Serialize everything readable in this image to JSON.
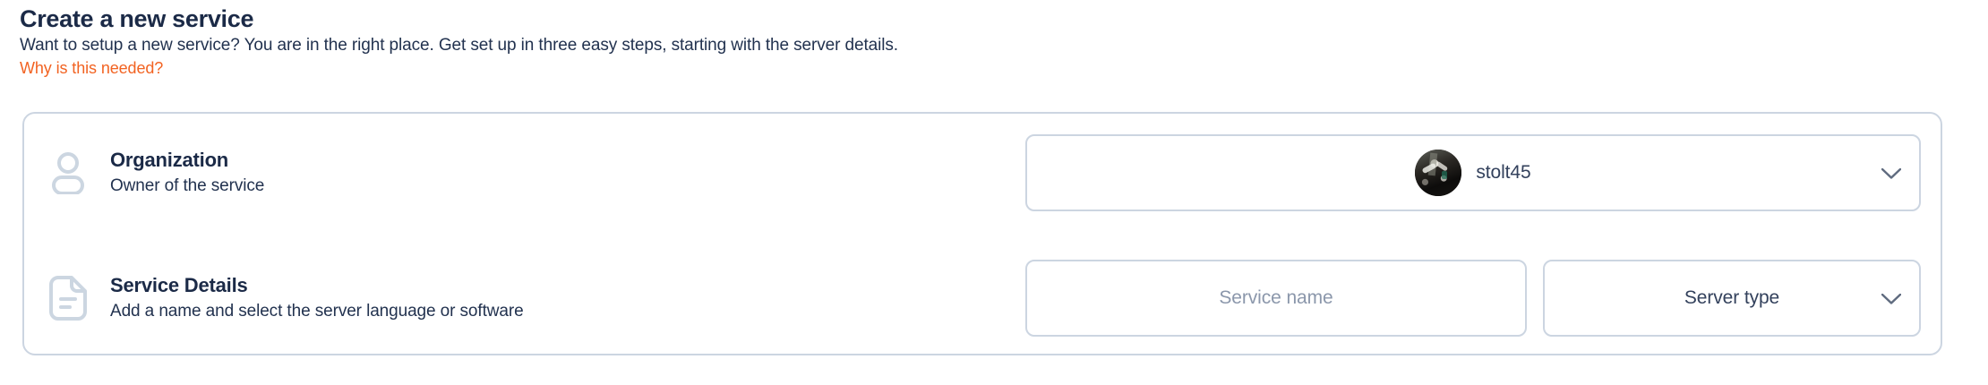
{
  "header": {
    "title": "Create a new service",
    "subtitle": "Want to setup a new service? You are in the right place. Get set up in three easy steps, starting with the server details.",
    "help_link": "Why is this needed?"
  },
  "colors": {
    "title_navy": "#1b2a47",
    "link_orange": "#f26322",
    "border_gray": "#ccd5e1",
    "icon_gray": "#ccd6e1",
    "placeholder_gray": "#8b97ab",
    "value_text": "#33415c"
  },
  "card": {
    "rows": [
      {
        "icon": "person-icon",
        "title": "Organization",
        "description": "Owner of the service",
        "control": {
          "type": "dropdown",
          "name": "organization-select",
          "avatar": "user-avatar",
          "value": "stolt45",
          "chevron": "chevron-down-icon"
        }
      },
      {
        "icon": "document-icon",
        "title": "Service Details",
        "description": "Add a name and select the server language or software",
        "controls": [
          {
            "type": "text-input",
            "name": "service-name-input",
            "placeholder": "Service name",
            "value": ""
          },
          {
            "type": "dropdown",
            "name": "server-type-select",
            "value": "Server type",
            "chevron": "chevron-down-icon"
          }
        ]
      }
    ]
  }
}
